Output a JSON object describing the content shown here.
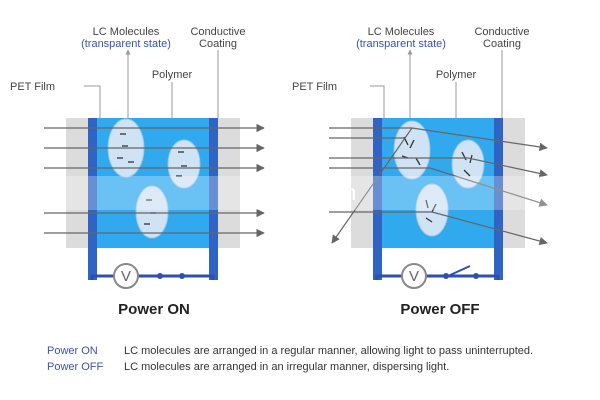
{
  "panels": [
    {
      "title": "Power ON",
      "labels": {
        "lc_molecules": "LC Molecules",
        "lc_state": "(transparent state)",
        "conductive": "Conductive",
        "coating": "Coating",
        "polymer": "Polymer",
        "pet_film": "PET Film"
      },
      "voltmeter": "V",
      "switch_state": "closed",
      "light": "transmitted"
    },
    {
      "title": "Power OFF",
      "labels": {
        "lc_molecules": "LC Molecules",
        "lc_state": "(transparent state)",
        "conductive": "Conductive",
        "coating": "Coating",
        "polymer": "Polymer",
        "pet_film": "PET Film"
      },
      "voltmeter": "V",
      "switch_state": "open",
      "light": "scattered"
    }
  ],
  "watermark": "en.china.cn",
  "legend": [
    {
      "key": "Power ON",
      "text": "LC molecules are arranged in a regular manner, allowing light to pass uninterrupted."
    },
    {
      "key": "Power OFF",
      "text": "LC molecules are arranged in an irregular manner, dispersing light."
    }
  ],
  "colors": {
    "conductive_bar": "#2f63c4",
    "polymer_fill": "#31a9ef",
    "pet_film": "#dcdcdc",
    "molecule_fill": "#cfe3f4",
    "circuit": "#2f4fb0",
    "accent_text": "#3a54a8"
  }
}
